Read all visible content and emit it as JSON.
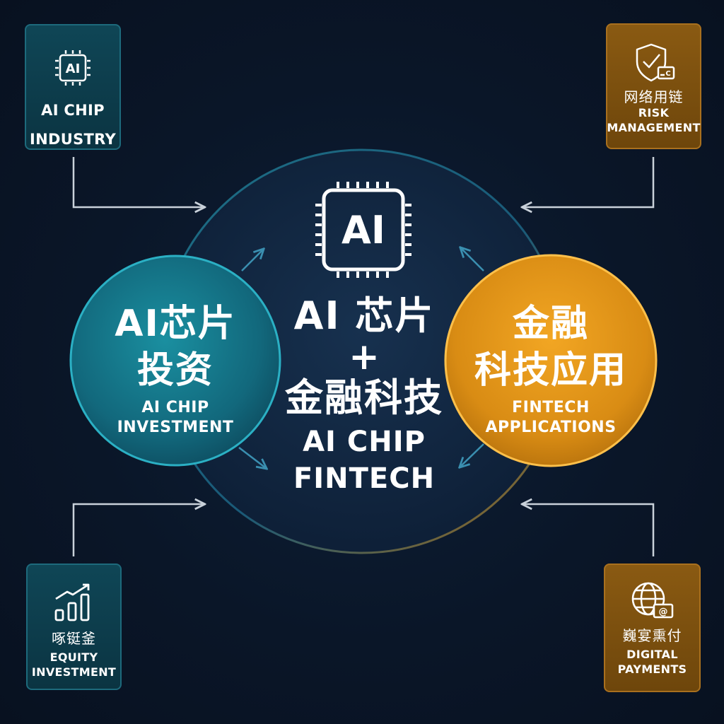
{
  "colors": {
    "background": "#0a1628",
    "teal": "#1a8fa0",
    "gold": "#e89a1c",
    "white": "#ffffff"
  },
  "center": {
    "chip_label": "AI",
    "cn_line1": "AI 芯片",
    "plus": "+",
    "cn_line2": "金融科技",
    "en_line1": "AI CHIP",
    "en_line2": "FINTECH"
  },
  "left_circle": {
    "cn_line1": "AI芯片",
    "cn_line2": "投资",
    "en_line1": "AI CHIP",
    "en_line2": "INVESTMENT"
  },
  "right_circle": {
    "cn_line1": "金融",
    "cn_line2": "科技应用",
    "en_line1": "FINTECH",
    "en_line2": "APPLICATIONS"
  },
  "corners": {
    "top_left": {
      "icon": "ai-chip-icon",
      "icon_label": "AI",
      "en_line1": "AI CHIP",
      "en_line2": "INDUSTRY"
    },
    "top_right": {
      "icon": "shield-check-icon",
      "icon_label": "C",
      "cn": "网络用链",
      "en_line1": "RISK",
      "en_line2": "MANAGEMENT"
    },
    "bottom_left": {
      "icon": "bar-chart-up-icon",
      "cn": "啄铤釜",
      "en_line1": "EQUITY",
      "en_line2": "INVESTMENT"
    },
    "bottom_right": {
      "icon": "globe-card-icon",
      "icon_label": "@",
      "cn": "巍宴熏付",
      "en_line1": "DIGITAL",
      "en_line2": "PAYMENTS"
    }
  }
}
